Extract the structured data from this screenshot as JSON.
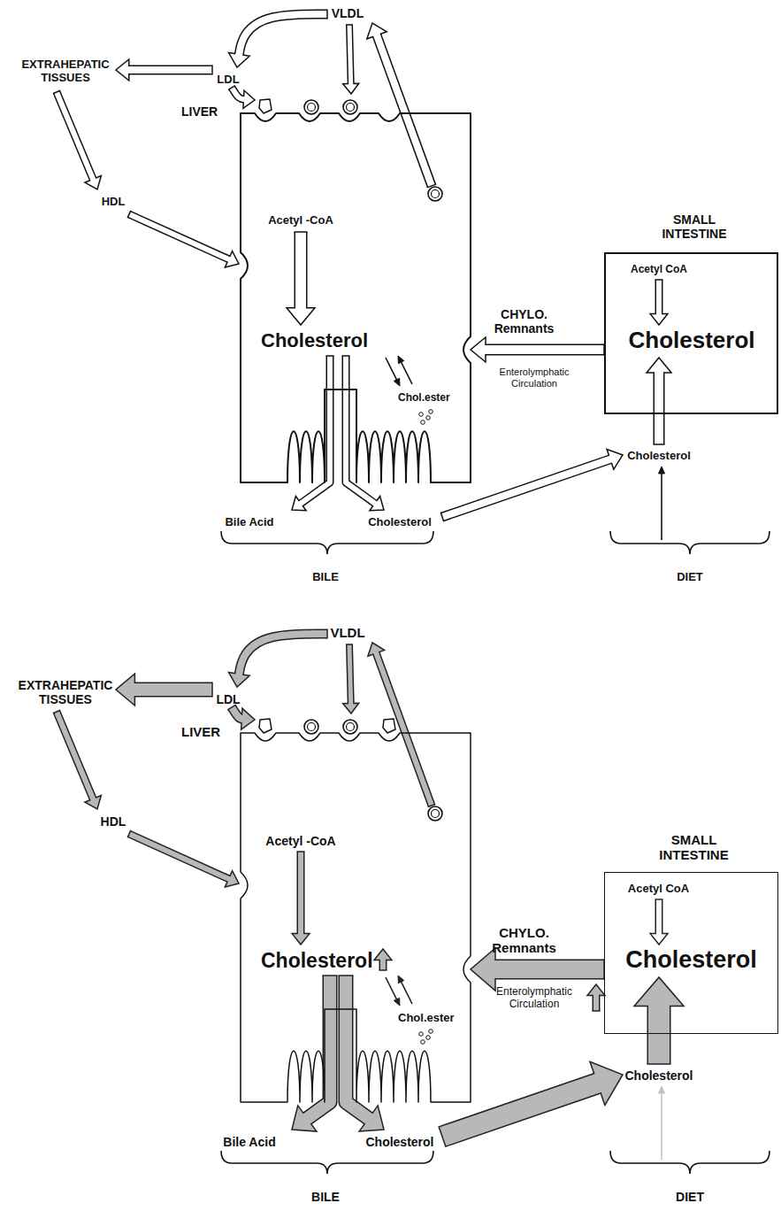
{
  "diagram": {
    "nodes": [
      {
        "text": [
          "LIVER",
          "Acetyl -CoA",
          "Cholesterol",
          "Chol.ester"
        ]
      },
      {
        "text": [
          "SMALL INTESTINE",
          "Acetyl CoA",
          "Cholesterol"
        ]
      },
      {
        "text": [
          "LIVER",
          "Acetyl -CoA",
          "Cholesterol",
          "Chol.ester"
        ]
      },
      {
        "text": [
          "SMALL INTESTINE",
          "Acetyl CoA",
          "Cholesterol"
        ]
      }
    ],
    "edges": [
      {
        "from": 1,
        "to": 0,
        "arrow": "to",
        "label": "CHYLO. Remnants"
      },
      {
        "from": 3,
        "to": 2,
        "arrow": "to",
        "label": "CHYLO. Remnants"
      }
    ],
    "labels": [
      "VLDL",
      "EXTRAHEPATIC TISSUES",
      "LDL",
      "HDL",
      "Enterolymphatic Circulation",
      "Bile Acid",
      "Cholesterol",
      "BILE",
      "Cholesterol",
      "DIET",
      "VLDL",
      "EXTRAHEPATIC TISSUES",
      "LDL",
      "HDL",
      "Enterolymphatic Circulation",
      "Bile Acid",
      "Cholesterol",
      "BILE",
      "Cholesterol",
      "DIET"
    ]
  }
}
